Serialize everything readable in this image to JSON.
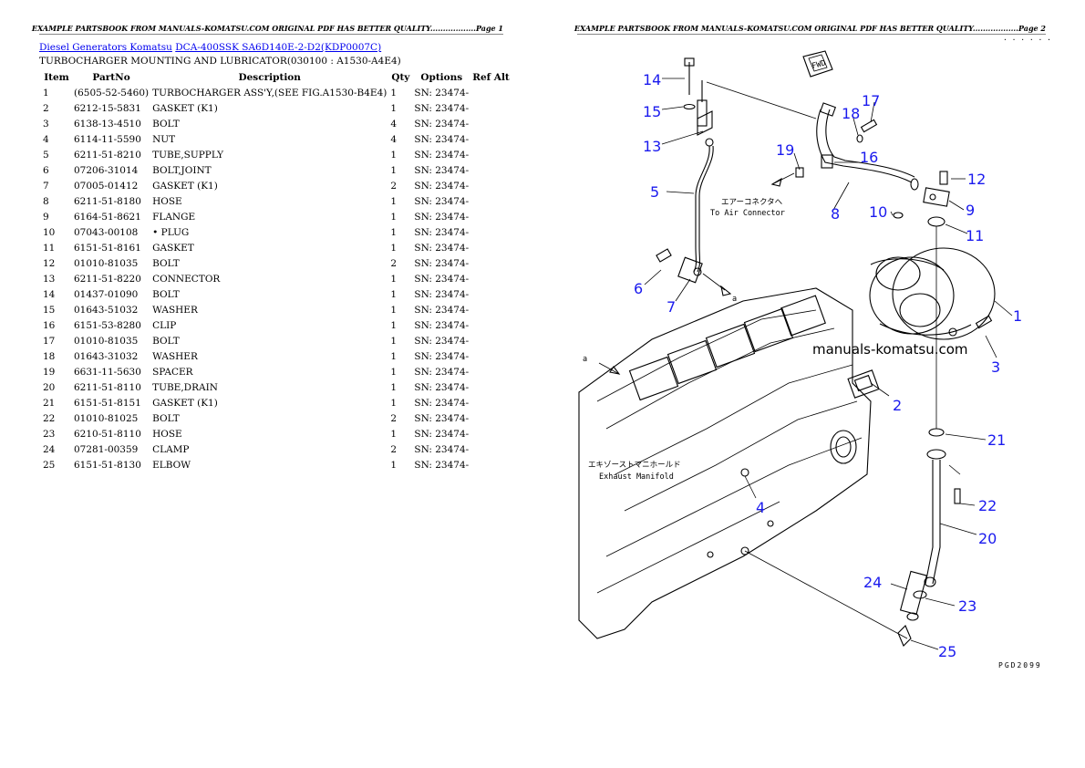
{
  "left_page": {
    "header": "EXAMPLE PARTSBOOK FROM MANUALS-KOMATSU.COM ORIGINAL PDF HAS BETTER QUALITY..................Page 1",
    "breadcrumb": {
      "link1": "Diesel Generators Komatsu",
      "link2": "DCA-400SSK SA6D140E-2-D2(KDP0007C)"
    },
    "subtitle": "TURBOCHARGER MOUNTING AND LUBRICATOR(030100 : A1530-A4E4)",
    "columns": [
      "Item",
      "PartNo",
      "Description",
      "Qty",
      "Options",
      "Ref Alt"
    ],
    "rows": [
      {
        "item": "1",
        "part": "(6505-52-5460)",
        "desc": "TURBOCHARGER ASS'Y,(SEE FIG.A1530-B4E4)",
        "qty": "1",
        "opt": "SN: 23474-"
      },
      {
        "item": "2",
        "part": "6212-15-5831",
        "desc": "GASKET (K1)",
        "qty": "1",
        "opt": "SN: 23474-"
      },
      {
        "item": "3",
        "part": "6138-13-4510",
        "desc": "BOLT",
        "qty": "4",
        "opt": "SN: 23474-"
      },
      {
        "item": "4",
        "part": "6114-11-5590",
        "desc": "NUT",
        "qty": "4",
        "opt": "SN: 23474-"
      },
      {
        "item": "5",
        "part": "6211-51-8210",
        "desc": "TUBE,SUPPLY",
        "qty": "1",
        "opt": "SN: 23474-"
      },
      {
        "item": "6",
        "part": "07206-31014",
        "desc": "BOLT,JOINT",
        "qty": "1",
        "opt": "SN: 23474-"
      },
      {
        "item": "7",
        "part": "07005-01412",
        "desc": "GASKET (K1)",
        "qty": "2",
        "opt": "SN: 23474-"
      },
      {
        "item": "8",
        "part": "6211-51-8180",
        "desc": "HOSE",
        "qty": "1",
        "opt": "SN: 23474-"
      },
      {
        "item": "9",
        "part": "6164-51-8621",
        "desc": "FLANGE",
        "qty": "1",
        "opt": "SN: 23474-"
      },
      {
        "item": "10",
        "part": "07043-00108",
        "desc": "• PLUG",
        "qty": "1",
        "opt": "SN: 23474-"
      },
      {
        "item": "11",
        "part": "6151-51-8161",
        "desc": "GASKET",
        "qty": "1",
        "opt": "SN: 23474-"
      },
      {
        "item": "12",
        "part": "01010-81035",
        "desc": "BOLT",
        "qty": "2",
        "opt": "SN: 23474-"
      },
      {
        "item": "13",
        "part": "6211-51-8220",
        "desc": "CONNECTOR",
        "qty": "1",
        "opt": "SN: 23474-"
      },
      {
        "item": "14",
        "part": "01437-01090",
        "desc": "BOLT",
        "qty": "1",
        "opt": "SN: 23474-"
      },
      {
        "item": "15",
        "part": "01643-51032",
        "desc": "WASHER",
        "qty": "1",
        "opt": "SN: 23474-"
      },
      {
        "item": "16",
        "part": "6151-53-8280",
        "desc": "CLIP",
        "qty": "1",
        "opt": "SN: 23474-"
      },
      {
        "item": "17",
        "part": "01010-81035",
        "desc": "BOLT",
        "qty": "1",
        "opt": "SN: 23474-"
      },
      {
        "item": "18",
        "part": "01643-31032",
        "desc": "WASHER",
        "qty": "1",
        "opt": "SN: 23474-"
      },
      {
        "item": "19",
        "part": "6631-11-5630",
        "desc": "SPACER",
        "qty": "1",
        "opt": "SN: 23474-"
      },
      {
        "item": "20",
        "part": "6211-51-8110",
        "desc": "TUBE,DRAIN",
        "qty": "1",
        "opt": "SN: 23474-"
      },
      {
        "item": "21",
        "part": "6151-51-8151",
        "desc": "GASKET (K1)",
        "qty": "1",
        "opt": "SN: 23474-"
      },
      {
        "item": "22",
        "part": "01010-81025",
        "desc": "BOLT",
        "qty": "2",
        "opt": "SN: 23474-"
      },
      {
        "item": "23",
        "part": "6210-51-8110",
        "desc": "HOSE",
        "qty": "1",
        "opt": "SN: 23474-"
      },
      {
        "item": "24",
        "part": "07281-00359",
        "desc": "CLAMP",
        "qty": "2",
        "opt": "SN: 23474-"
      },
      {
        "item": "25",
        "part": "6151-51-8130",
        "desc": "ELBOW",
        "qty": "1",
        "opt": "SN: 23474-"
      }
    ]
  },
  "right_page": {
    "header": "EXAMPLE PARTSBOOK FROM MANUALS-KOMATSU.COM ORIGINAL PDF HAS BETTER QUALITY..................Page 2",
    "watermark": "manuals-komatsu.com",
    "figure_code": "PGD2099",
    "labels": {
      "air_jp": "エアーコネクタへ",
      "air_en": "To Air Connector",
      "exh_jp": "エキゾーストマニホールド",
      "exh_en": "Exhaust Manifold",
      "fwd": "FWD",
      "arrow_a": "a"
    },
    "callouts": [
      "1",
      "2",
      "3",
      "4",
      "5",
      "6",
      "7",
      "8",
      "9",
      "10",
      "11",
      "12",
      "13",
      "14",
      "15",
      "16",
      "17",
      "18",
      "19",
      "20",
      "21",
      "22",
      "23",
      "24",
      "25"
    ]
  }
}
